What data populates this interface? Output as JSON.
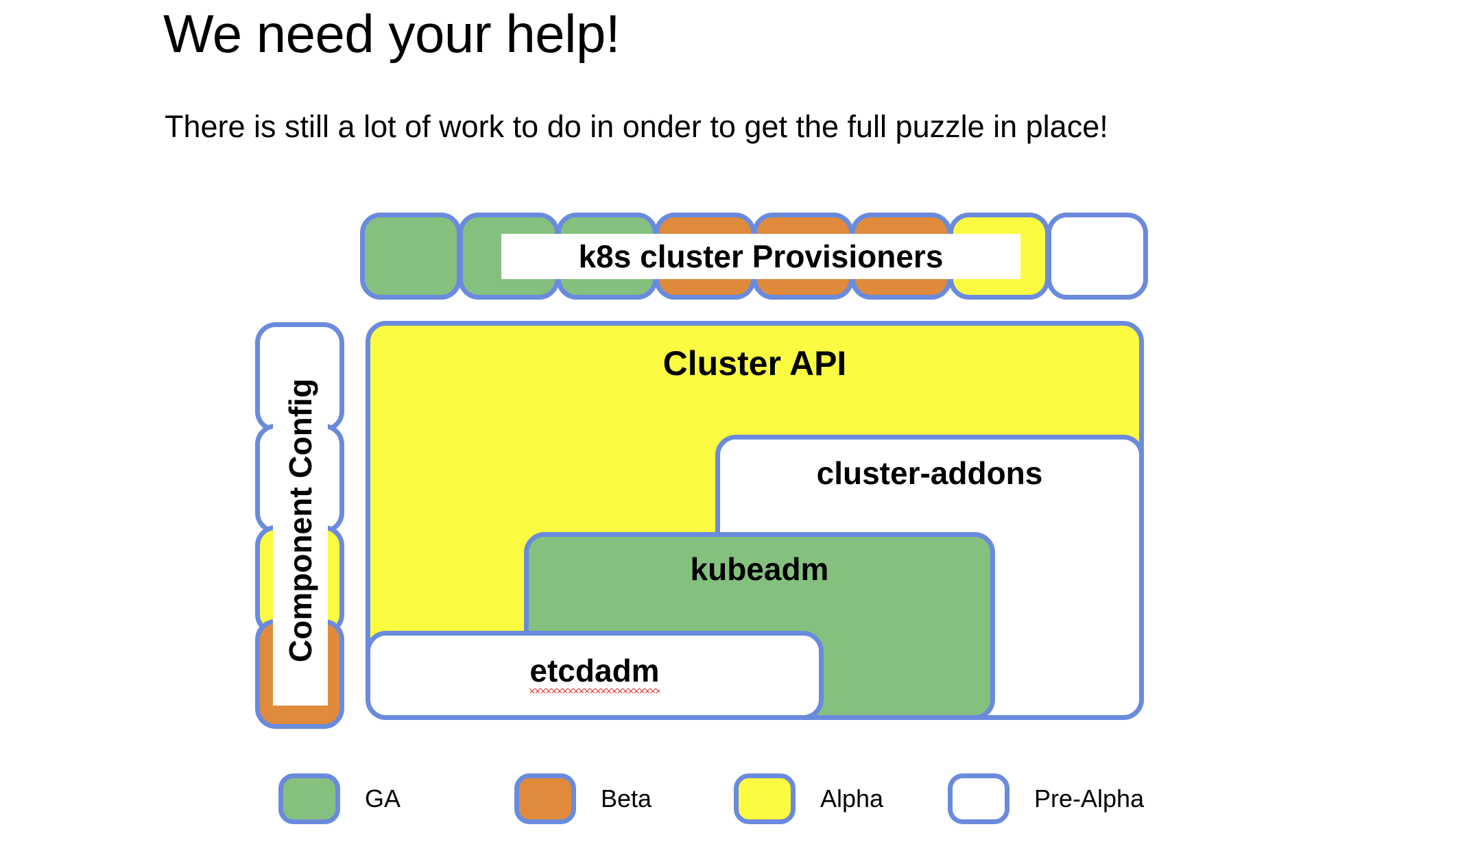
{
  "slide": {
    "title": "We need your help!",
    "subtitle": "There is still a lot of work to do in onder to get the full puzzle in place!"
  },
  "colors": {
    "border": "#6a8bdd",
    "ga": "#85c17e",
    "beta": "#e08b3c",
    "alpha": "#fbfb41",
    "pre_alpha": "#ffffff"
  },
  "provisioners": {
    "label": "k8s cluster Provisioners",
    "cells": [
      {
        "status": "GA",
        "fill": "ga"
      },
      {
        "status": "GA",
        "fill": "ga"
      },
      {
        "status": "GA",
        "fill": "ga"
      },
      {
        "status": "Beta",
        "fill": "beta"
      },
      {
        "status": "Beta",
        "fill": "beta"
      },
      {
        "status": "Beta",
        "fill": "beta"
      },
      {
        "status": "Alpha",
        "fill": "alpha"
      },
      {
        "status": "Pre-Alpha",
        "fill": "prealpha"
      }
    ]
  },
  "component_config": {
    "label": "Component Config",
    "cells": [
      {
        "status": "Pre-Alpha",
        "fill": "prealpha"
      },
      {
        "status": "Pre-Alpha",
        "fill": "prealpha"
      },
      {
        "status": "Alpha",
        "fill": "alpha"
      },
      {
        "status": "Beta",
        "fill": "beta"
      }
    ]
  },
  "stack": {
    "cluster_api": {
      "label": "Cluster API",
      "status": "Alpha"
    },
    "cluster_addons": {
      "label": "cluster-addons",
      "status": "Pre-Alpha"
    },
    "kubeadm": {
      "label": "kubeadm",
      "status": "GA"
    },
    "etcdadm": {
      "label": "etcdadm",
      "status": "Pre-Alpha"
    }
  },
  "legend": {
    "items": [
      {
        "label": "GA",
        "fill": "ga"
      },
      {
        "label": "Beta",
        "fill": "beta"
      },
      {
        "label": "Alpha",
        "fill": "alpha"
      },
      {
        "label": "Pre-Alpha",
        "fill": "prealpha"
      }
    ]
  }
}
